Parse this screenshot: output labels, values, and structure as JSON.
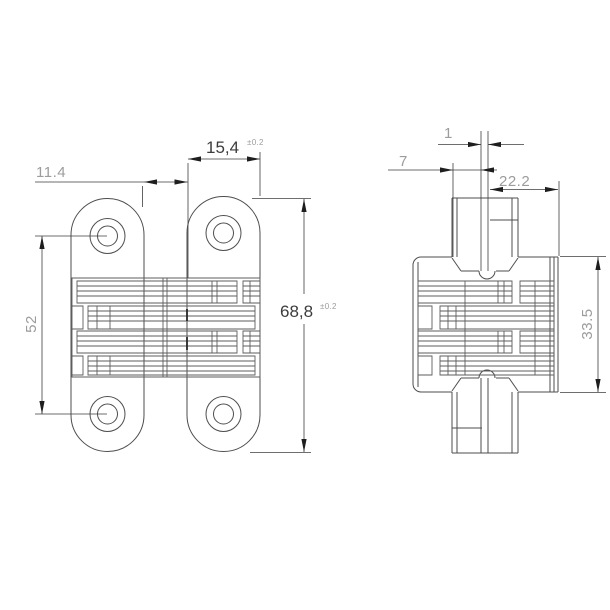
{
  "drawing": {
    "description": "Concealed mortise hinge - dimensioned two-view technical drawing",
    "views": {
      "front": "front view",
      "side": "side view"
    },
    "colors": {
      "background": "#ffffff",
      "lines": "#4e4e4e",
      "dim_text_gray": "#9c9c9c",
      "dim_text_dark": "#3c3c3c",
      "arrow": "#1e1e1e"
    },
    "dims": {
      "plate_gap": "11.4",
      "plate_width": "15,4",
      "plate_width_tol": "±0.2",
      "total_height": "68,8",
      "total_height_tol": "±0.2",
      "hole_spacing": "52",
      "center_gap": "1",
      "leaf_offset": "7",
      "body_depth": "22.2",
      "body_height": "33.5"
    }
  }
}
